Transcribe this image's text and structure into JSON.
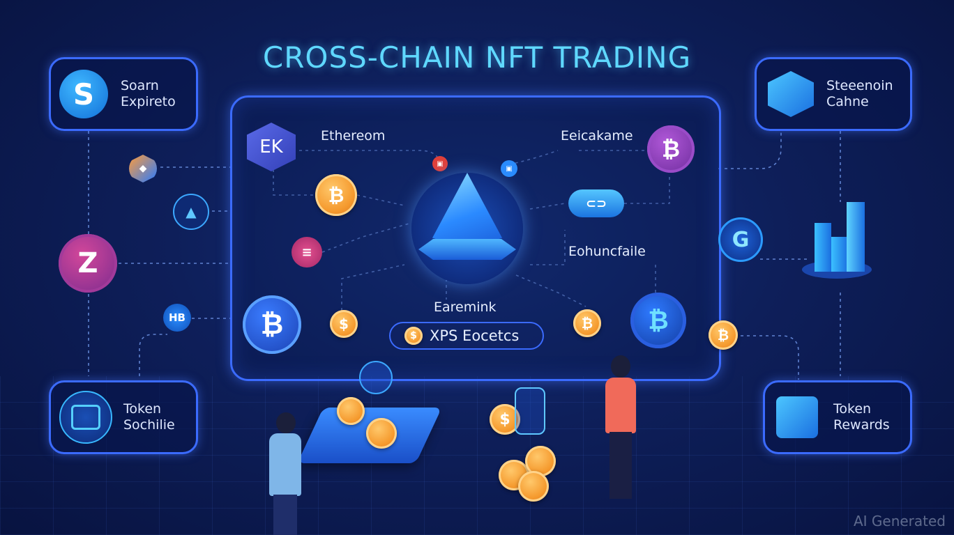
{
  "title": "CROSS-CHAIN NFT TRADING",
  "cards": {
    "top_left": {
      "line1": "Soarn",
      "line2": "Expireto"
    },
    "top_right": {
      "line1": "Steeenoin",
      "line2": "Cahne"
    },
    "bottom_left": {
      "line1": "Token",
      "line2": "Sochilie"
    },
    "bottom_right": {
      "line1": "Token",
      "line2": "Rewards"
    }
  },
  "hub": {
    "label_ethereum": "Ethereom",
    "label_eesicakame": "Eeicakame",
    "label_eohuncfaile": "Eohuncfaile",
    "label_earemink": "Earemink",
    "pill_text": "XPS Eocetcs",
    "badge_ek": "EK"
  },
  "side_badges": {
    "zk": "Z",
    "hb": "HB"
  },
  "watermark": "AI Generated",
  "colors": {
    "accent": "#3b6bff",
    "title": "#5fd8ff",
    "coin": "#f59a2e",
    "purple": "#8e3fbf",
    "magenta": "#c0307a"
  }
}
